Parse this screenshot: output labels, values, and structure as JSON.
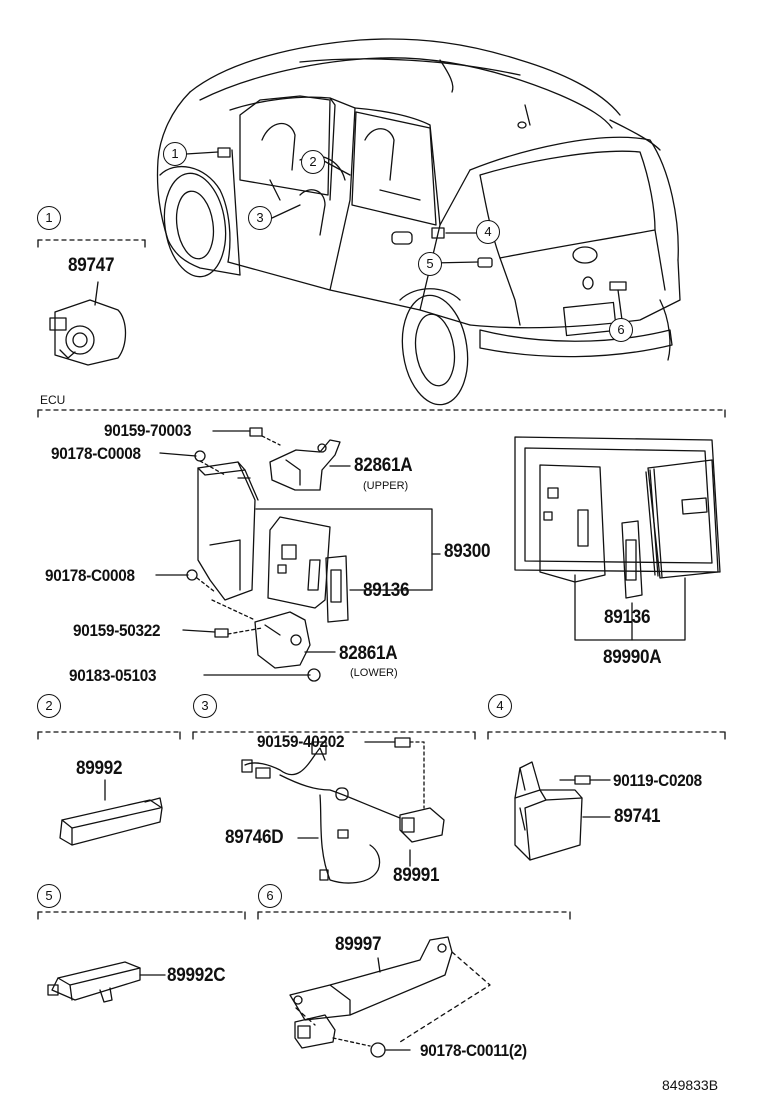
{
  "overview": {
    "callouts": [
      "1",
      "2",
      "3",
      "4",
      "5",
      "6"
    ]
  },
  "sections": {
    "s1": {
      "label": "1",
      "parts": [
        "89747"
      ]
    },
    "ecu": {
      "label": "ECU",
      "parts": {
        "p1": "90159-70003",
        "p2": "90178-C0008",
        "p3": "82861A",
        "p3_note": "(UPPER)",
        "p4": "89300",
        "p5": "90178-C0008",
        "p6": "89136",
        "p7": "90159-50322",
        "p8": "82861A",
        "p8_note": "(LOWER)",
        "p9": "90183-05103",
        "p10": "89136",
        "p11": "89990A"
      }
    },
    "s2": {
      "label": "2",
      "parts": [
        "89992"
      ]
    },
    "s3": {
      "label": "3",
      "parts": [
        "90159-40202",
        "89746D",
        "89991"
      ]
    },
    "s4": {
      "label": "4",
      "parts": [
        "90119-C0208",
        "89741"
      ]
    },
    "s5": {
      "label": "5",
      "parts": [
        "89992C"
      ]
    },
    "s6": {
      "label": "6",
      "parts": [
        "89997",
        "90178-C0011(2)"
      ]
    }
  },
  "diagram_code": "849833B"
}
